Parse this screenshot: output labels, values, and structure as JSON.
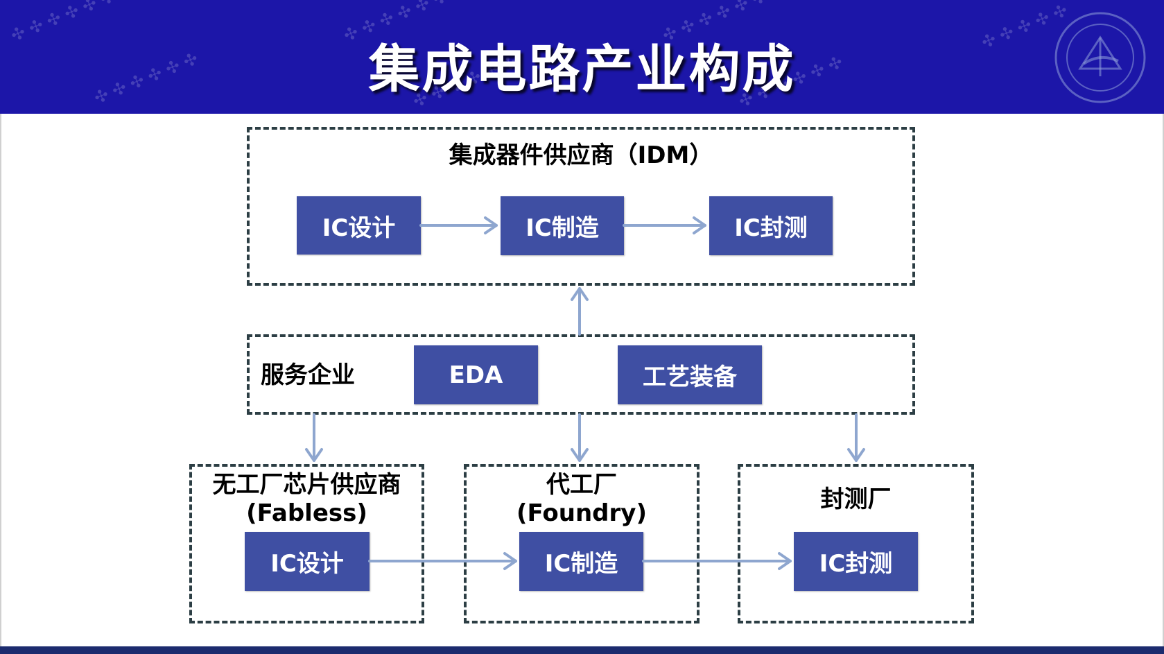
{
  "slide": {
    "title": "集成电路产业构成"
  },
  "idm": {
    "title": "集成器件供应商（IDM）",
    "boxes": [
      "IC设计",
      "IC制造",
      "IC封测"
    ]
  },
  "services": {
    "title": "服务企业",
    "boxes": [
      "EDA",
      "工艺装备"
    ]
  },
  "fabless": {
    "title_line1": "无工厂芯片供应商",
    "title_line2": "(Fabless)",
    "box": "IC设计"
  },
  "foundry": {
    "title_line1": "代工厂",
    "title_line2": "(Foundry)",
    "box": "IC制造"
  },
  "packaging": {
    "title": "封测厂",
    "box": "IC封测"
  },
  "colors": {
    "header": "#1c16a8",
    "box_fill": "#3f4fa3",
    "arrow": "#8ea6cf",
    "frame": "#2c3e44"
  }
}
